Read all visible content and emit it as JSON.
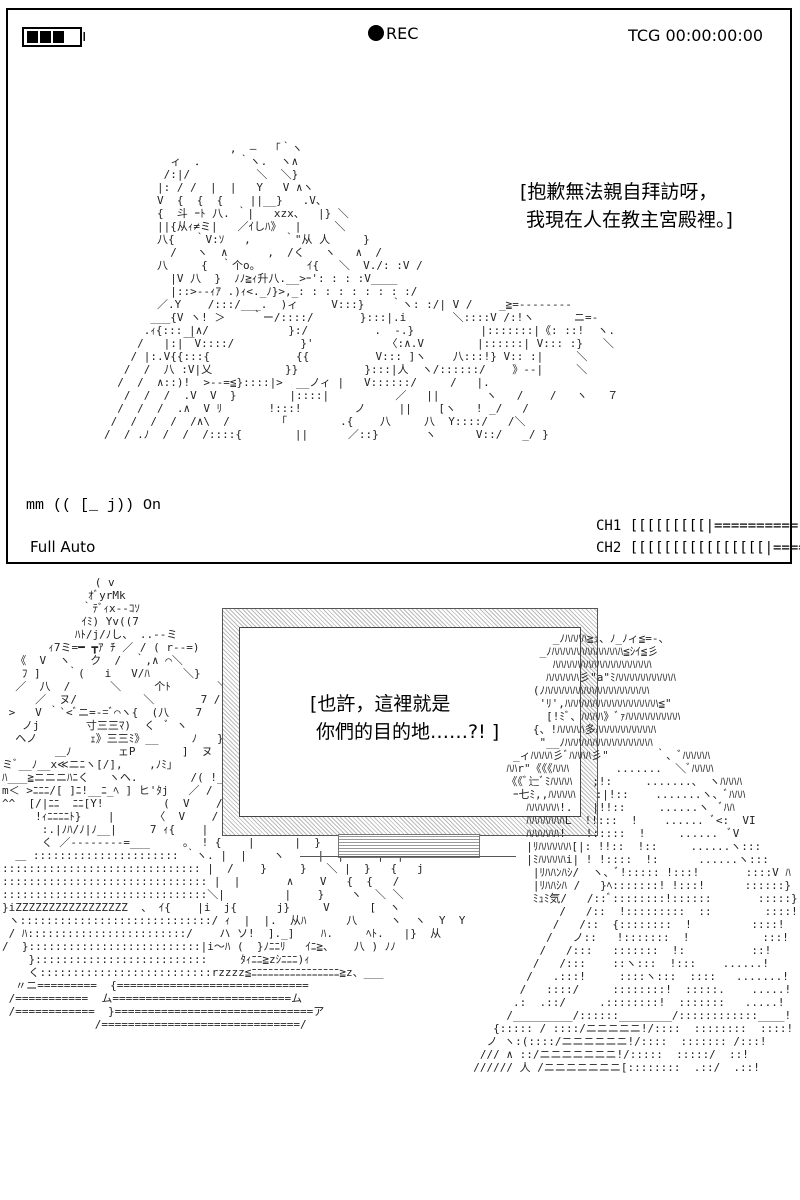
{
  "panel_top": {
    "battery_suffix": "ı",
    "battery_cells_filled": 3,
    "rec_label": "REC",
    "timecode": "TCG 00:00:00:00",
    "mic_lines": [
      "  mm",
      "(( [_  j)) On"
    ],
    "mode_label": "Full Auto",
    "ch1": "CH1  [[[[[[[[[|==========",
    "ch2": "CH2  [[[[[[[[[[[[[[[[|=====",
    "dialog": "[抱歉無法親自拜訪呀，\n 我現在人在教主宮殿裡。]"
  },
  "panel_bottom": {
    "dialog": "[也許，這裡就是\n 你們的目的地……?! ]"
  }
}
